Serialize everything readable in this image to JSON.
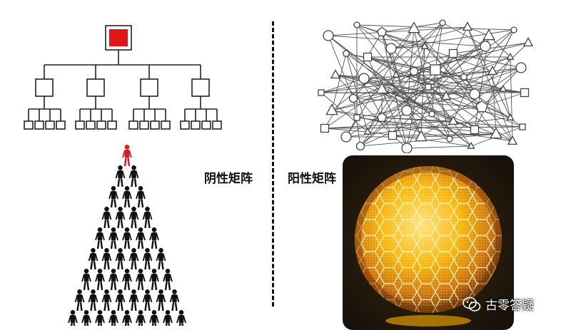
{
  "labels": {
    "left": "阴性矩阵",
    "right": "阳性矩阵"
  },
  "watermark": {
    "text": "古零答疑",
    "icon": "wechat-icon"
  },
  "colors": {
    "root_node": "#e0161b",
    "leader_figure": "#e0161b",
    "ink": "#111111",
    "sphere_glow": "#f5b400"
  }
}
